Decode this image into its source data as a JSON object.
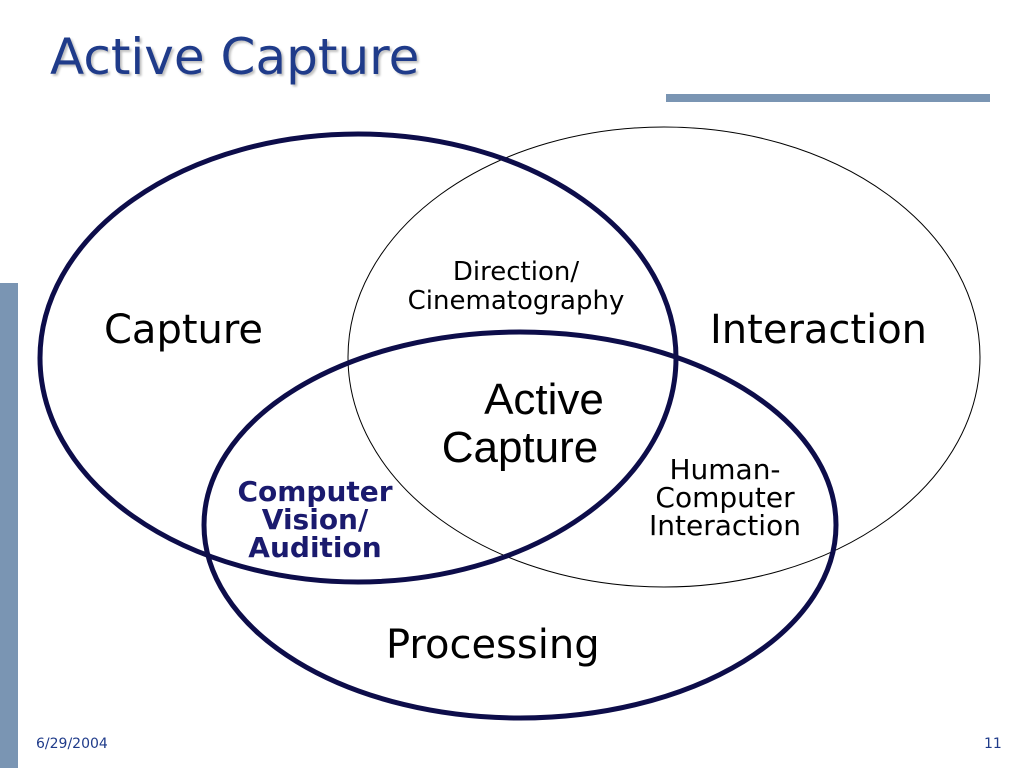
{
  "slide": {
    "title": "Active Capture",
    "footer_date": "6/29/2004",
    "page_number": "11"
  },
  "venn": {
    "circles": {
      "capture": "Capture",
      "interaction": "Interaction",
      "processing": "Processing"
    },
    "overlaps": {
      "capture_interaction": [
        "Direction/",
        "Cinematography"
      ],
      "center": [
        "Active",
        "Capture"
      ],
      "interaction_processing": [
        "Human-",
        "Computer",
        "Interaction"
      ],
      "capture_processing": [
        "Computer",
        "Vision/",
        "Audition"
      ]
    }
  },
  "colors": {
    "title": "#1f3b8a",
    "accent_bar": "#7a95b3",
    "bold_circle_stroke": "#0d0d4a",
    "thin_circle_stroke": "#000000",
    "cv_label": "#1a1a6e"
  }
}
